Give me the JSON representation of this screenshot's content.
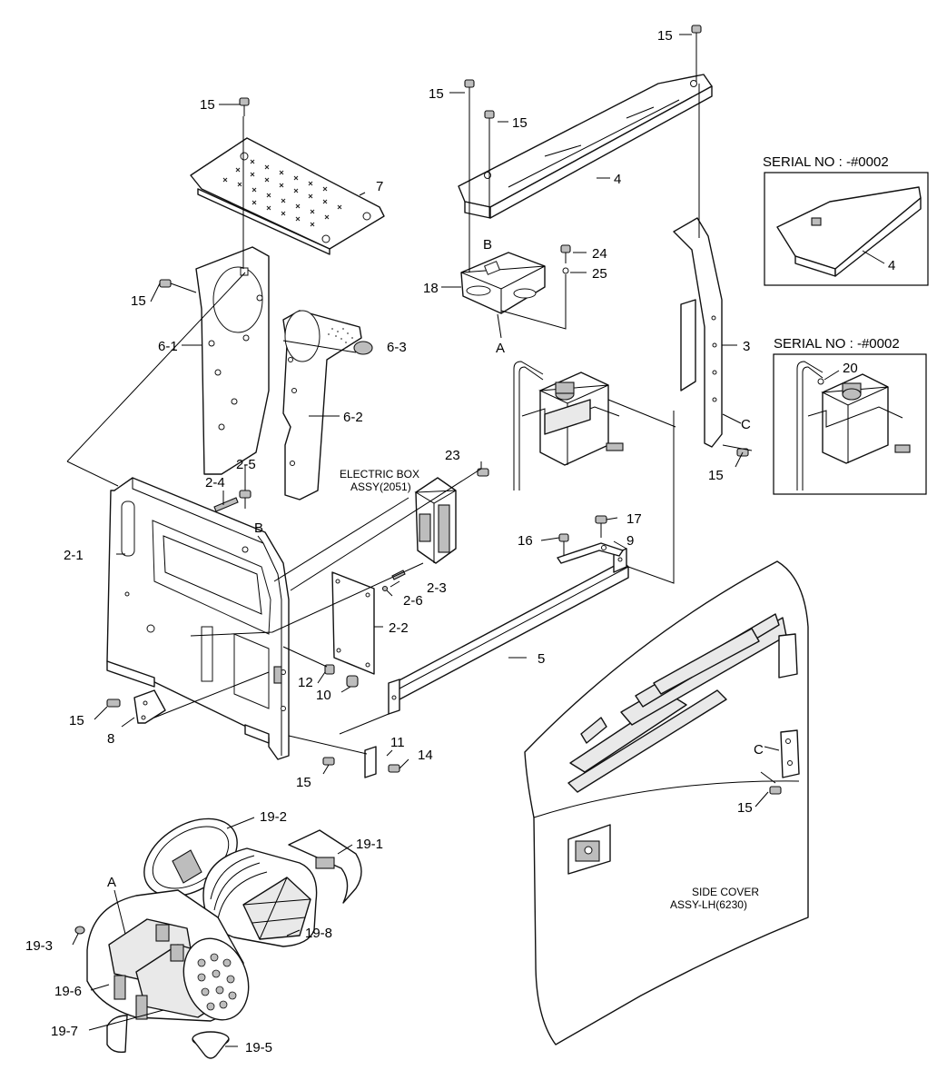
{
  "labels": {
    "l15a": "15",
    "l7": "7",
    "l15b": "15",
    "l6_1": "6-1",
    "l6_2": "6-2",
    "l6_3": "6-3",
    "l15c": "15",
    "l15d": "15",
    "l4": "4",
    "lB1": "B",
    "l24": "24",
    "l25": "25",
    "l18": "18",
    "lA1": "A",
    "l15e": "15",
    "l3": "3",
    "lC1": "C",
    "l15f": "15",
    "l23": "23",
    "l2_5": "2-5",
    "l2_4": "2-4",
    "l2_1": "2-1",
    "lB2": "B",
    "l2_3": "2-3",
    "l2_6": "2-6",
    "l2_2": "2-2",
    "l12": "12",
    "l10": "10",
    "l15g": "15",
    "l8": "8",
    "l11": "11",
    "l14": "14",
    "l15h": "15",
    "l16": "16",
    "l17": "17",
    "l9": "9",
    "l5": "5",
    "lC2": "C",
    "l15i": "15",
    "l19_2": "19-2",
    "l19_1": "19-1",
    "lA2": "A",
    "l19_3": "19-3",
    "l19_8": "19-8",
    "l19_6": "19-6",
    "l19_7": "19-7",
    "l19_5": "19-5",
    "l4b": "4",
    "l20": "20"
  },
  "captions": {
    "electric_box_line1": "ELECTRIC BOX",
    "electric_box_line2": "ASSY(2051)",
    "side_cover_line1": "SIDE COVER",
    "side_cover_line2": "ASSY-LH(6230)"
  },
  "insets": {
    "serial_top": "SERIAL NO : -#0002",
    "serial_bottom": "SERIAL NO : -#0002"
  }
}
